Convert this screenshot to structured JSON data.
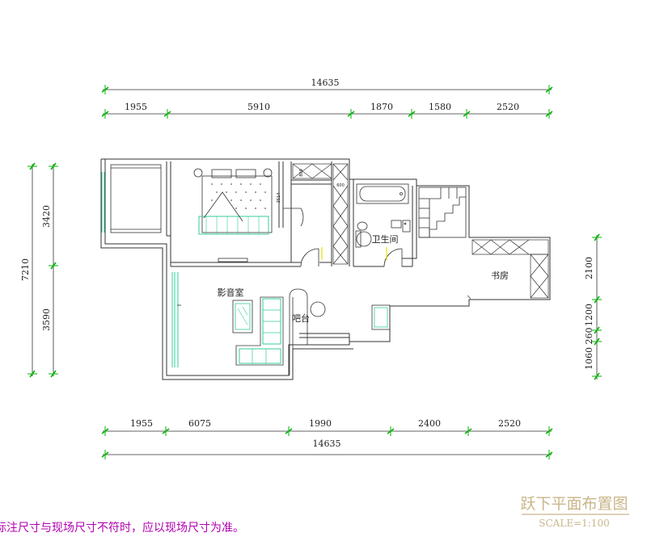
{
  "dimensions": {
    "top_total": "14635",
    "top_segments": [
      "1955",
      "5910",
      "1870",
      "1580",
      "2520"
    ],
    "bottom_segments": [
      "1955",
      "6075",
      "1990",
      "2400",
      "2520"
    ],
    "bottom_total": "14635",
    "left_total": "7210",
    "left_segments": [
      "3420",
      "3590"
    ],
    "right_segments": [
      "2100",
      "1200",
      "260",
      "1060"
    ],
    "interior": [
      "800",
      "600",
      "3514"
    ]
  },
  "rooms": {
    "bathroom": "卫生间",
    "study": "书房",
    "theater": "影音室",
    "bar": "吧台"
  },
  "title": {
    "main": "跃下平面布置图",
    "scale": "SCALE=1:100"
  },
  "note": "标注尺寸与现场尺寸不符时，应以现场尺寸为准。",
  "colors": {
    "wall": "#333333",
    "dimension": "#00b400",
    "furniture": "#33cc99",
    "title": "#c9b58a",
    "note": "#b000b0"
  }
}
